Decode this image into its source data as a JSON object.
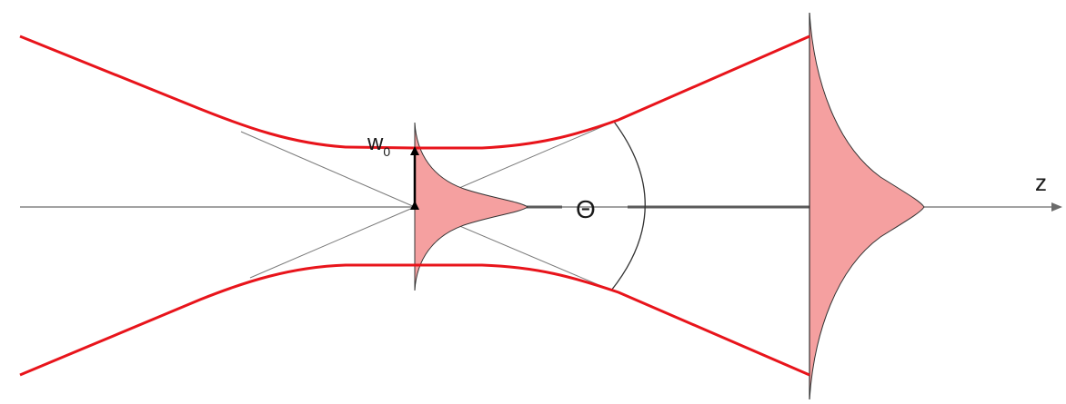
{
  "labels": {
    "waist_symbol": "w",
    "waist_subscript": "0",
    "angle_symbol": "Θ",
    "axis_symbol": "z"
  },
  "colors": {
    "beam": "#e8141b",
    "profile_fill": "#f5a0a0",
    "profile_stroke": "#333333",
    "axis": "#6b6b6b",
    "asymptote": "#7a7a7a",
    "arc": "#333333",
    "arrow": "#000000"
  }
}
